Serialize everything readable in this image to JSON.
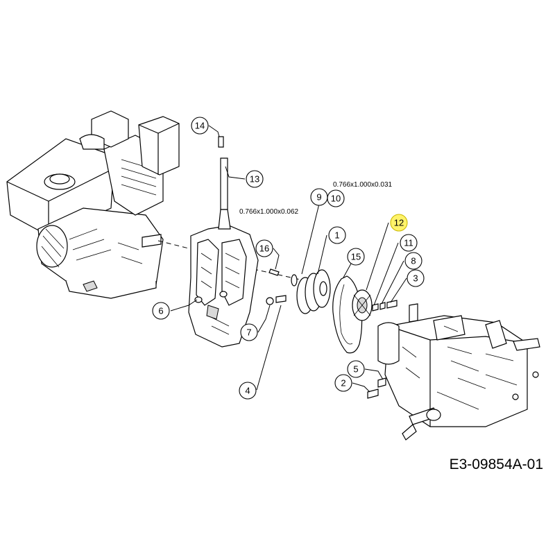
{
  "diagram": {
    "drawing_number": "E3-09854A-01",
    "annotations": {
      "washer_9": "0.766x1.000x0.062",
      "washer_10": "0.766x1.000x0.031"
    },
    "callouts": [
      {
        "id": "c1",
        "label": "1"
      },
      {
        "id": "c2",
        "label": "2"
      },
      {
        "id": "c3",
        "label": "3"
      },
      {
        "id": "c4",
        "label": "4"
      },
      {
        "id": "c5",
        "label": "5"
      },
      {
        "id": "c6",
        "label": "6"
      },
      {
        "id": "c7",
        "label": "7"
      },
      {
        "id": "c8",
        "label": "8"
      },
      {
        "id": "c9",
        "label": "9"
      },
      {
        "id": "c10",
        "label": "10"
      },
      {
        "id": "c11",
        "label": "11"
      },
      {
        "id": "c12",
        "label": "12"
      },
      {
        "id": "c13",
        "label": "13"
      },
      {
        "id": "c14",
        "label": "14"
      },
      {
        "id": "c15",
        "label": "15"
      },
      {
        "id": "c16",
        "label": "16"
      }
    ],
    "highlight_color": "#fff36a"
  }
}
